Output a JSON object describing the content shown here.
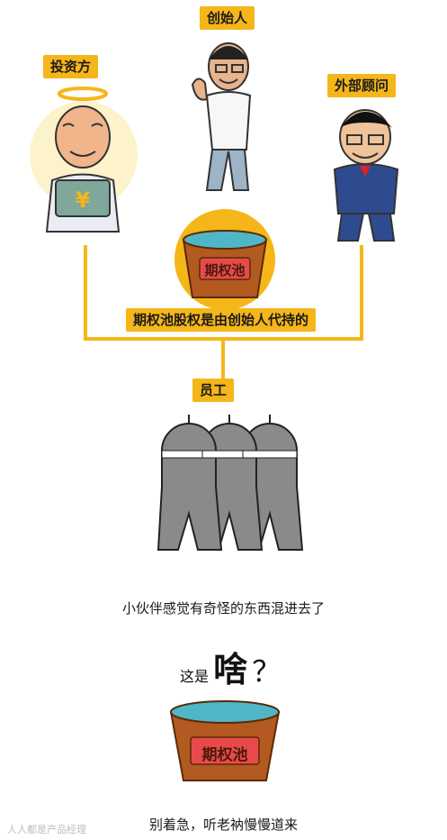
{
  "org_chart": {
    "investor_label": "投资方",
    "founder_label": "创始人",
    "advisor_label": "外部顾问",
    "pool_label": "期权池",
    "statement": "期权池股权是由创始人代持的",
    "employee_label": "员工"
  },
  "captions": {
    "line1": "小伙伴感觉有奇怪的东西混进去了",
    "question_prefix": "这是",
    "question_big": "啥",
    "question_mark": "？",
    "pool_label_bottom": "期权池",
    "line2": "别着急，听老衲慢慢道来"
  },
  "watermark": "人人都是产品经理",
  "colors": {
    "accent": "#f5b619",
    "bucket_wood": "#b25a1f",
    "water": "#4fb6c6",
    "pool_tag": "#e84a4a"
  },
  "icons": {
    "investor": "angel-old-man-with-money-bag",
    "founder": "thumbs-up-man",
    "advisor": "suit-man",
    "employees": "three-grey-soldiers"
  }
}
